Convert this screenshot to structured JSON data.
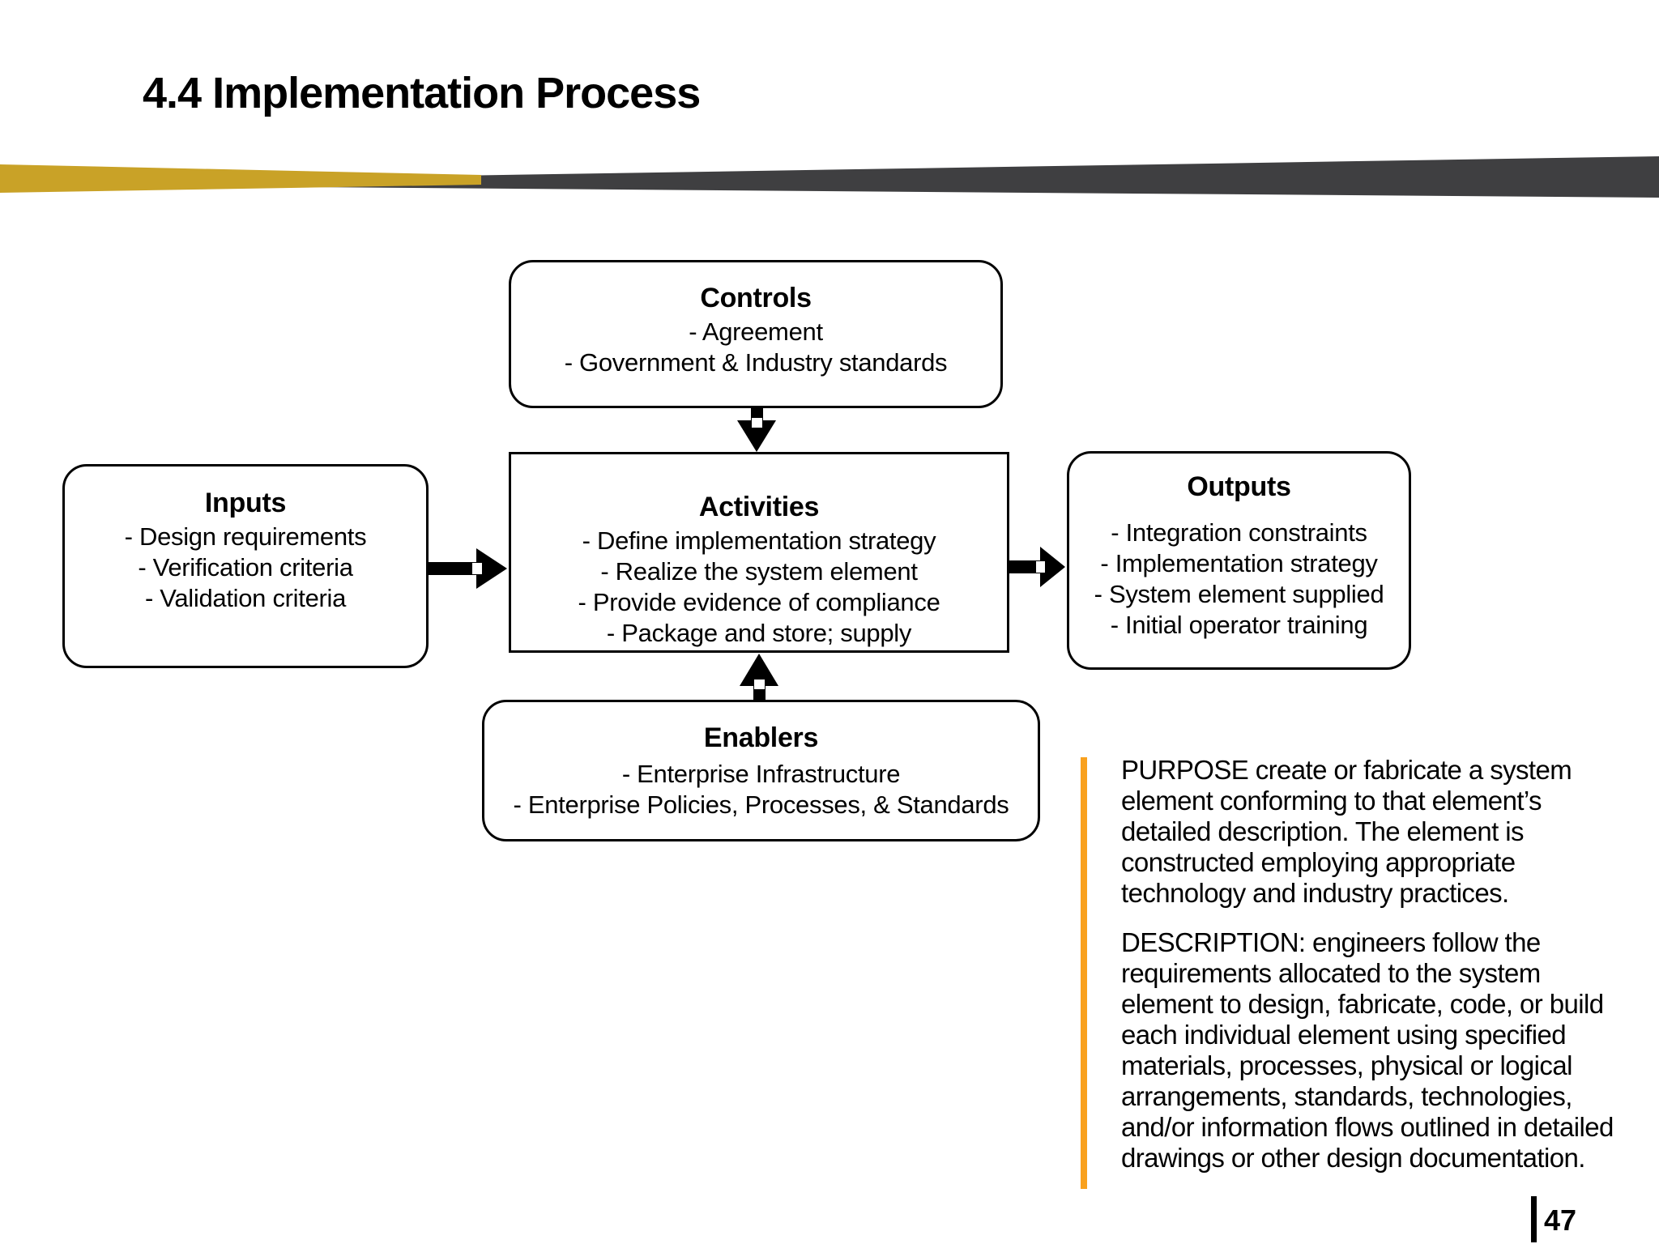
{
  "slide": {
    "title": "4.4 Implementation Process",
    "page_number": "47"
  },
  "colors": {
    "gold": "#C9A227",
    "charcoal": "#3F3F41",
    "orange": "#F9A11E",
    "ink": "#000000"
  },
  "diagram": {
    "controls": {
      "title": "Controls",
      "items": [
        "- Agreement",
        "- Government & Industry standards"
      ]
    },
    "inputs": {
      "title": "Inputs",
      "items": [
        "- Design requirements",
        "- Verification criteria",
        "- Validation criteria"
      ]
    },
    "activities": {
      "title": "Activities",
      "items": [
        "- Define implementation strategy",
        "- Realize the system element",
        "- Provide evidence of compliance",
        "- Package and store; supply"
      ]
    },
    "outputs": {
      "title": "Outputs",
      "items": [
        "- Integration constraints",
        "- Implementation strategy",
        "- System element supplied",
        "- Initial operator training"
      ]
    },
    "enablers": {
      "title": "Enablers",
      "items": [
        "- Enterprise Infrastructure",
        "- Enterprise Policies, Processes, & Standards"
      ]
    }
  },
  "side_text": {
    "purpose": [
      "PURPOSE create or fabricate a system",
      "element conforming to that element’s",
      "detailed description. The element is",
      "constructed employing appropriate",
      "technology and industry practices."
    ],
    "description": [
      "DESCRIPTION: engineers follow the",
      "requirements allocated to the system",
      "element to design, fabricate, code, or build",
      "each individual element using specified",
      "materials, processes, physical or logical",
      "arrangements, standards, technologies,",
      "and/or information flows outlined in detailed",
      "drawings or other design documentation."
    ]
  }
}
